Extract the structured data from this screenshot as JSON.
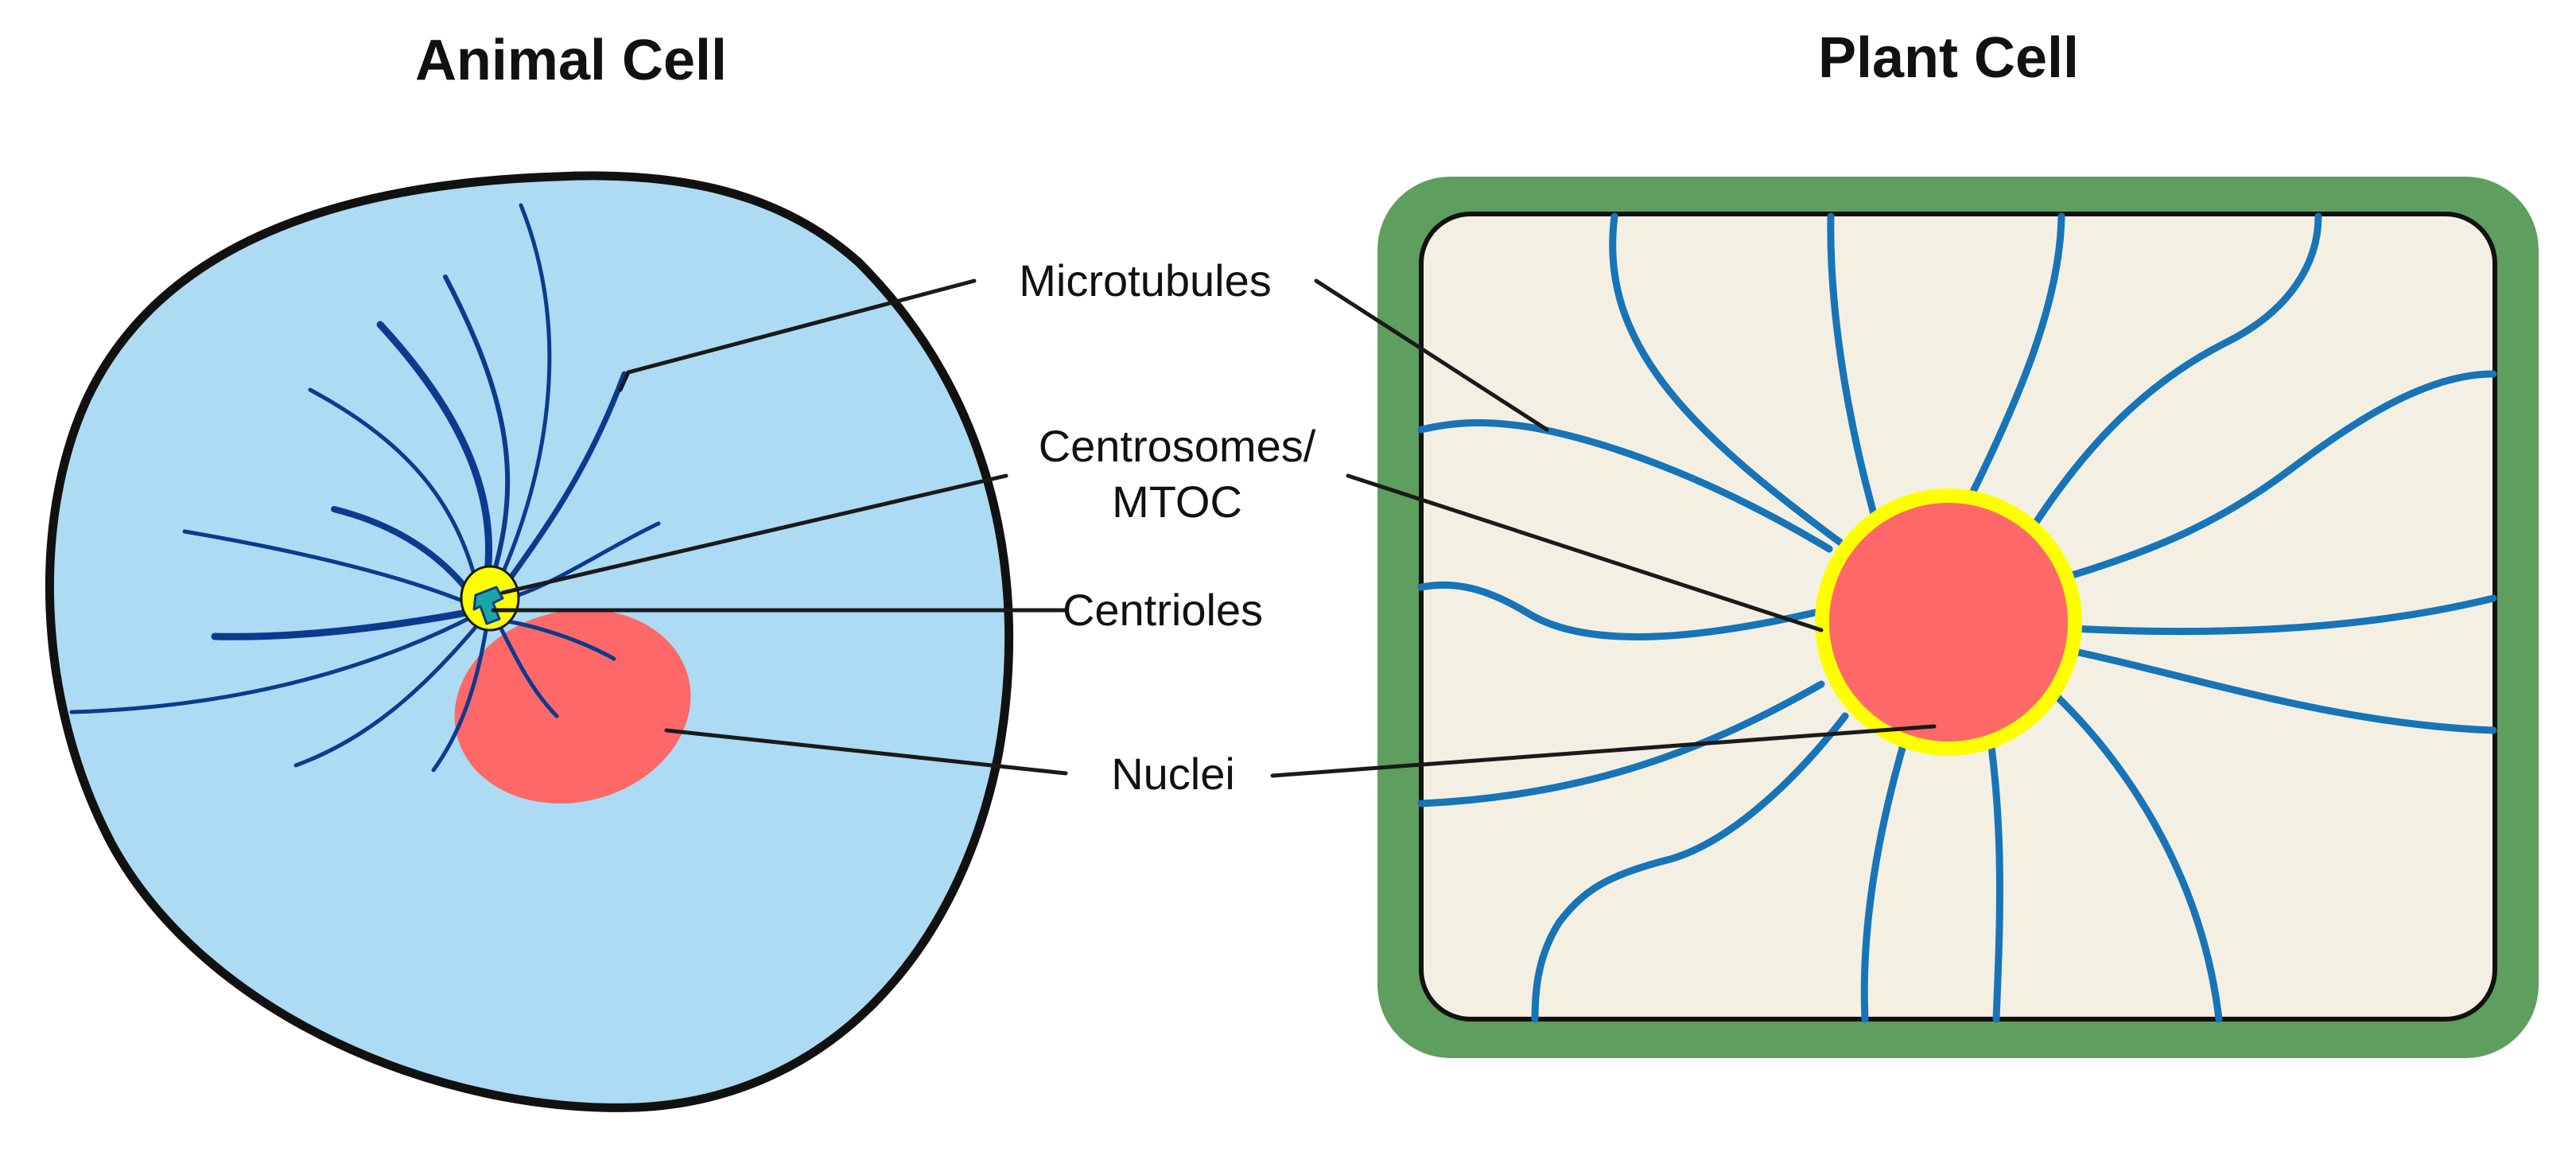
{
  "titles": {
    "animal": "Animal Cell",
    "plant": "Plant Cell"
  },
  "labels": {
    "microtubules": "Microtubules",
    "centrosomes_line1": "Centrosomes/",
    "centrosomes_line2": "MTOC",
    "centrioles": "Centrioles",
    "nuclei": "Nuclei"
  },
  "colors": {
    "animal_cytoplasm": "#acdbf3",
    "animal_membrane": "#111111",
    "animal_microtubule": "#0d3a8f",
    "nucleus": "#fe6868",
    "centrosome": "#ffff00",
    "centriole": "#1aa6a6",
    "plant_wall": "#5e9e5e",
    "plant_cytoplasm": "#f3f0e3",
    "plant_microtubule": "#1774b8"
  }
}
